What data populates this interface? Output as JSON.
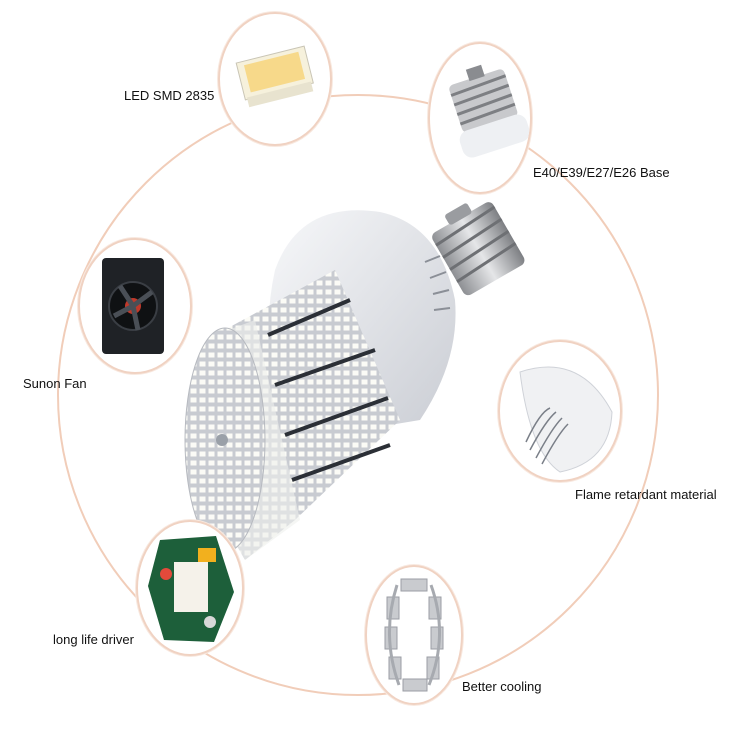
{
  "features": [
    {
      "id": "led",
      "label": "LED SMD 2835",
      "icon": "led-chip-icon"
    },
    {
      "id": "base",
      "label": "E40/E39/E27/E26 Base",
      "icon": "screw-base-icon"
    },
    {
      "id": "fan",
      "label": "Sunon Fan",
      "icon": "fan-icon"
    },
    {
      "id": "flame",
      "label": "Flame retardant material",
      "icon": "housing-shell-icon"
    },
    {
      "id": "driver",
      "label": "long life driver",
      "icon": "circuit-board-icon"
    },
    {
      "id": "cooling",
      "label": "Better cooling",
      "icon": "heat-sink-icon"
    }
  ],
  "colors": {
    "ring": "#f0c9b3",
    "bulb_housing": "#e9eaee",
    "led_face": "#f4f5f0",
    "fin_dark": "#2b2f36"
  }
}
